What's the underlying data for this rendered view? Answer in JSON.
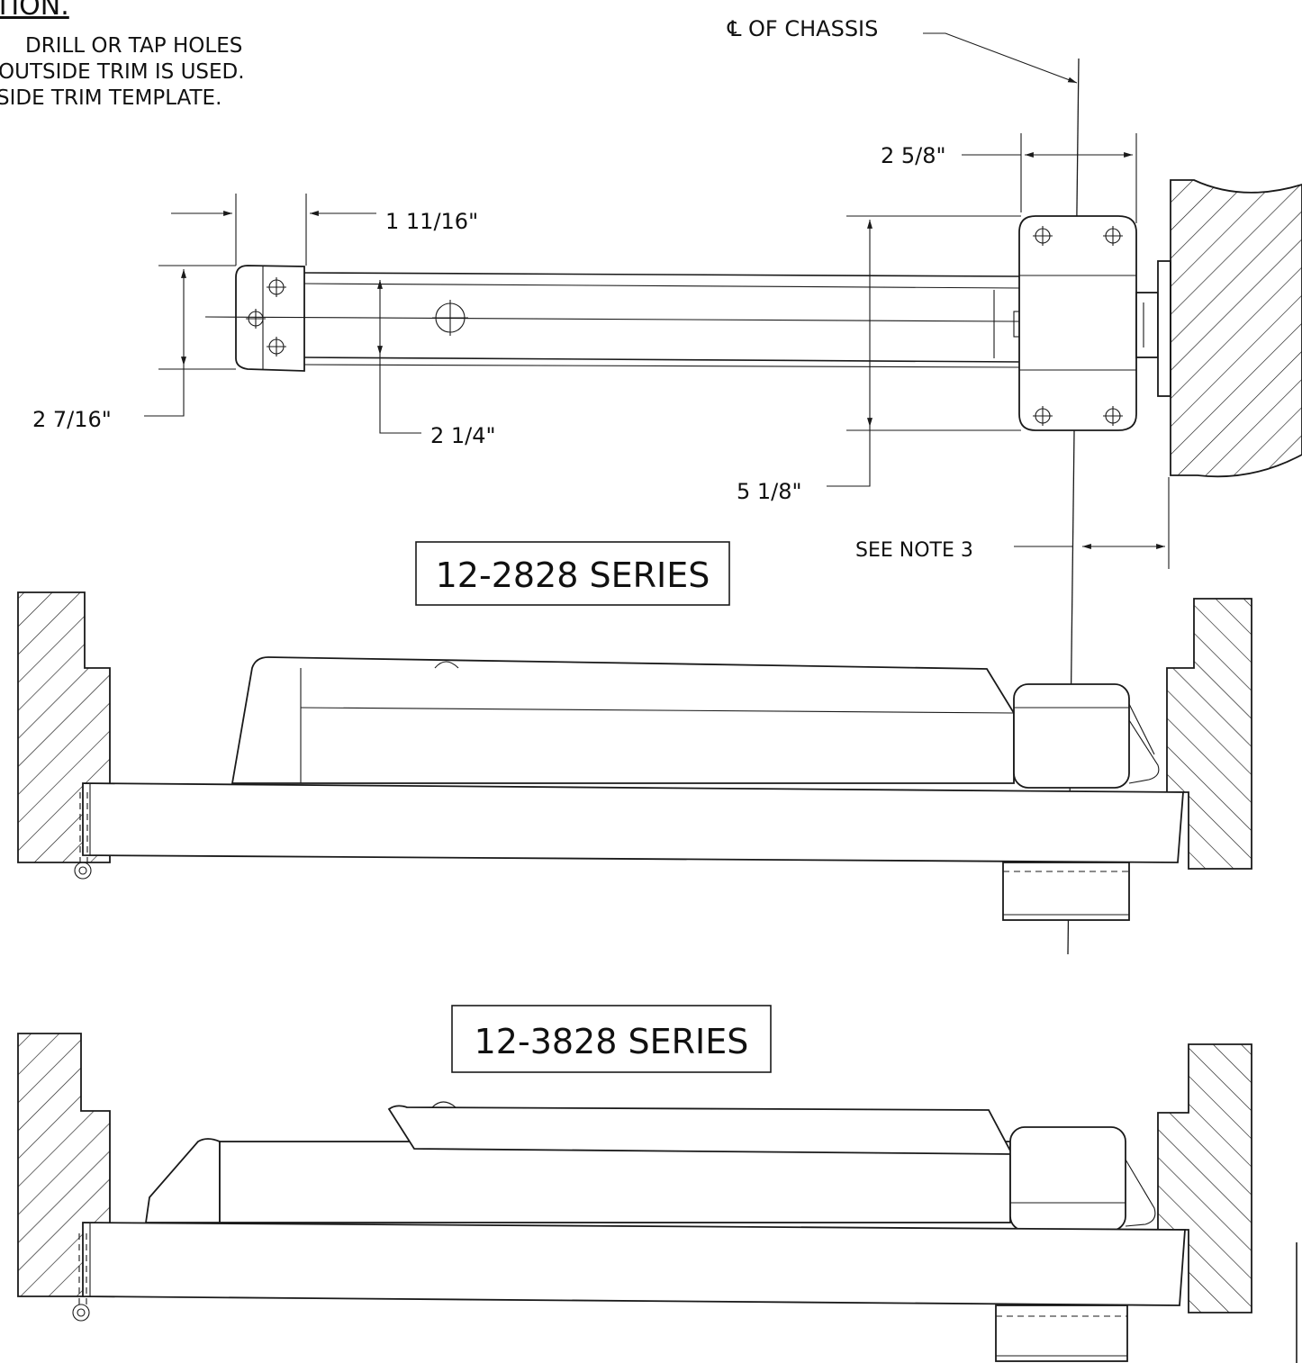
{
  "note": {
    "title": "TION.",
    "lines": [
      "DRILL OR TAP HOLES",
      "OUTSIDE TRIM IS USED.",
      "SIDE TRIM TEMPLATE."
    ]
  },
  "centerline_label": "℄ OF CHASSIS",
  "dimensions": {
    "d_2_5_8": "2 5/8\"",
    "d_1_11_16": "1 11/16\"",
    "d_2_7_16": "2 7/16\"",
    "d_2_1_4": "2 1/4\"",
    "d_5_1_8": "5 1/8\"",
    "see_note": "SEE NOTE 3"
  },
  "series": {
    "upper_label": "12-2828 SERIES",
    "lower_label": "12-3828 SERIES"
  }
}
